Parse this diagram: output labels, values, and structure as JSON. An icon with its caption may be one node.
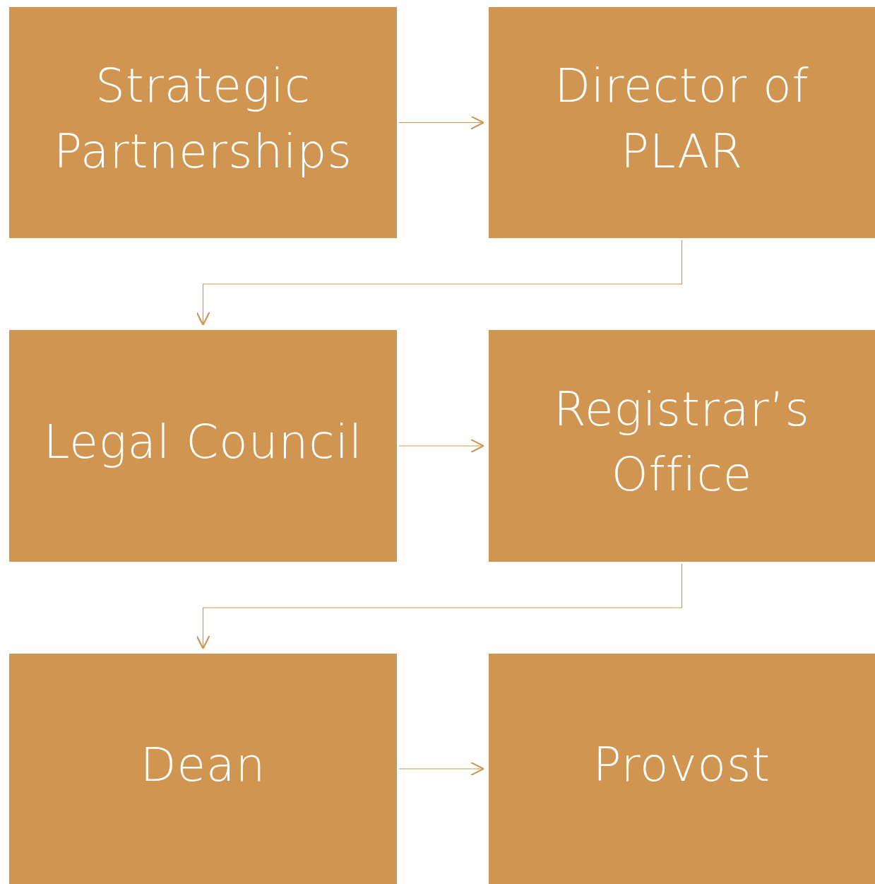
{
  "diagram": {
    "nodes": [
      {
        "text": [
          "Strategic Partnerships"
        ]
      },
      {
        "text": [
          "Director of PLAR"
        ]
      },
      {
        "text": [
          "Legal Council"
        ]
      },
      {
        "text": [
          "Registrar’s Office"
        ]
      },
      {
        "text": [
          "Dean"
        ]
      },
      {
        "text": [
          "Provost"
        ]
      }
    ],
    "edges": [
      {
        "from": 0,
        "to": 1,
        "arrow": "to"
      },
      {
        "from": 1,
        "to": 2,
        "arrow": "to"
      },
      {
        "from": 2,
        "to": 3,
        "arrow": "to"
      },
      {
        "from": 3,
        "to": 4,
        "arrow": "to"
      },
      {
        "from": 4,
        "to": 5,
        "arrow": "to"
      }
    ]
  }
}
